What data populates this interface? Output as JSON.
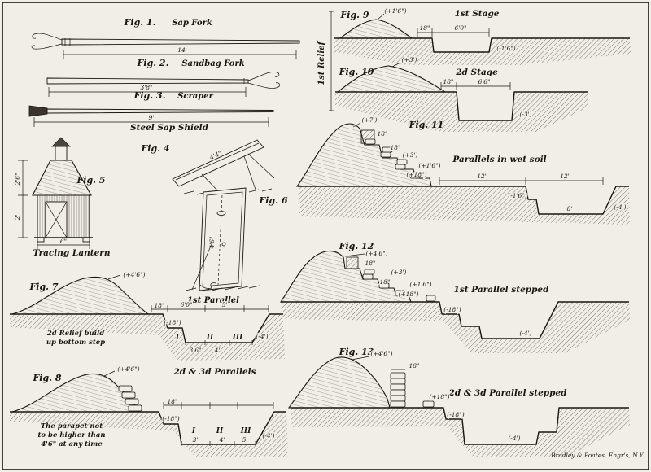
{
  "plate": {
    "credit": "Bradley & Poates, Engr's, N.Y."
  },
  "fig1": {
    "no": "Fig. 1.",
    "name": "Sap Fork",
    "dim": "14'"
  },
  "fig2": {
    "no": "Fig. 2.",
    "name": "Sandbag Fork",
    "dim": "3'8\""
  },
  "fig3": {
    "no": "Fig. 3.",
    "name": "Scraper",
    "dim": "9'"
  },
  "fig4": {
    "no": "Fig. 4",
    "caption": "Steel Sap Shield",
    "dim": "4'4\""
  },
  "fig5": {
    "no": "Fig. 5",
    "caption": "Tracing Lantern",
    "dim_upper": "2'6\"",
    "dim_lower": "2'",
    "dim_base": "6\""
  },
  "fig6": {
    "no": "Fig. 6",
    "dim": "4'6\""
  },
  "fig7": {
    "no": "Fig. 7",
    "plus": "(+4'6\")",
    "label": "1st Parallel",
    "note1": "2d Relief build",
    "note2": "up bottom step",
    "d18": "18\"",
    "d60": "6'0\"",
    "d5": "5'",
    "dm18": "(-18\")",
    "nI": "I",
    "nII": "II",
    "nIII": "III",
    "w1": "3'6\"",
    "w2": "4'",
    "dm4": "(-4')"
  },
  "fig8": {
    "no": "Fig. 8",
    "plus": "(+4'6\")",
    "label": "2d & 3d Parallels",
    "note1": "The parapet not",
    "note2": "to be higher than",
    "note3": "4'6\" at any time",
    "d18": "18\"",
    "dm18": "(-18\")",
    "nI": "I",
    "nII": "II",
    "nIII": "III",
    "w1": "3'",
    "w2": "4'",
    "w3": "5'",
    "dm4": "(-4')"
  },
  "fig9": {
    "no": "Fig. 9",
    "plus": "(+1'6\")",
    "stage": "1st Stage",
    "relief": "1st Relief",
    "d18": "18\"",
    "d60": "6'0\"",
    "dm": "(-1'6\")"
  },
  "fig10": {
    "no": "Fig. 10",
    "plus": "(+3')",
    "stage": "2d Stage",
    "d18": "18\"",
    "d66": "6'6\"",
    "dm": "(-3')"
  },
  "fig11": {
    "no": "Fig. 11",
    "plus7": "(+7')",
    "caption": "Parallels in wet soil",
    "s18a": "18\"",
    "s18b": "18\"",
    "p3": "(+3')",
    "p16": "(+1'6\")",
    "p18": "(+18\")",
    "span1": "12'",
    "span2": "12'",
    "dm16": "(-1'6\")",
    "w8": "8'",
    "dm4": "(-4')"
  },
  "fig12": {
    "no": "Fig. 12",
    "plus": "(+4'6\")",
    "caption": "1st Parallel stepped",
    "s18a": "18\"",
    "s18b": "18\"",
    "p3": "(+3')",
    "p16": "(+1'6\")",
    "p18": "(+18\")",
    "dm18": "(-18\")",
    "dm4": "(-4')"
  },
  "fig13": {
    "no": "Fig. 13",
    "plus": "(+4'6\")",
    "caption": "2d & 3d Parallel stepped",
    "s18": "18\"",
    "p18": "(+18\")",
    "dm18": "(-18\")",
    "dm4": "(-4')"
  }
}
